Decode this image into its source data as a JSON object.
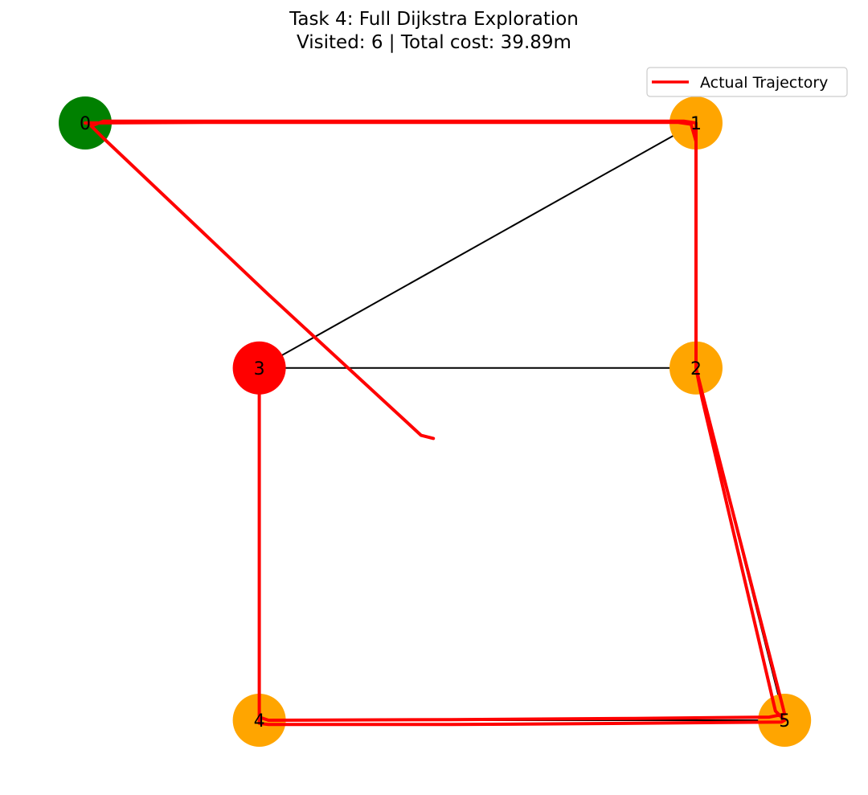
{
  "title": {
    "line1": "Task 4: Full Dijkstra Exploration",
    "line2": "Visited: 6 | Total cost: 39.89m"
  },
  "legend": {
    "label": "Actual Trajectory",
    "color": "#ff0000"
  },
  "colors": {
    "start": "#008000",
    "current": "#ff0000",
    "visited": "#ffa500",
    "edge": "#000000",
    "trajectory": "#ff0000"
  },
  "chart_data": {
    "type": "graph",
    "nodes": [
      {
        "id": "0",
        "x": 0,
        "y": 10,
        "status": "start"
      },
      {
        "id": "1",
        "x": 10,
        "y": 10,
        "status": "visited"
      },
      {
        "id": "2",
        "x": 10,
        "y": 6,
        "status": "visited"
      },
      {
        "id": "3",
        "x": 2.85,
        "y": 6,
        "status": "current"
      },
      {
        "id": "4",
        "x": 2.85,
        "y": 0.25,
        "status": "visited"
      },
      {
        "id": "5",
        "x": 11.45,
        "y": 0.25,
        "status": "visited"
      }
    ],
    "edges": [
      [
        "0",
        "1"
      ],
      [
        "1",
        "2"
      ],
      [
        "1",
        "3"
      ],
      [
        "2",
        "3"
      ],
      [
        "2",
        "5"
      ],
      [
        "3",
        "4"
      ],
      [
        "4",
        "5"
      ]
    ],
    "trajectory": [
      [
        0,
        10
      ],
      [
        2,
        10.01
      ],
      [
        5,
        10.01
      ],
      [
        8,
        10.01
      ],
      [
        9.7,
        10.01
      ],
      [
        9.92,
        9.98
      ],
      [
        10,
        9.7
      ],
      [
        10,
        8
      ],
      [
        10,
        6.5
      ],
      [
        10,
        6
      ],
      [
        10.1,
        5.5
      ],
      [
        11.3,
        0.4
      ],
      [
        11.45,
        0.25
      ],
      [
        11.4,
        0.22
      ],
      [
        9,
        0.2
      ],
      [
        6,
        0.18
      ],
      [
        3,
        0.18
      ],
      [
        2.85,
        0.2
      ],
      [
        2.85,
        0.5
      ],
      [
        2.85,
        3
      ],
      [
        2.85,
        6
      ],
      [
        2.85,
        2
      ],
      [
        2.85,
        0.3
      ],
      [
        3.0,
        0.25
      ],
      [
        6,
        0.26
      ],
      [
        9,
        0.28
      ],
      [
        11.2,
        0.3
      ],
      [
        11.45,
        0.35
      ],
      [
        11.4,
        0.55
      ],
      [
        10.1,
        5.6
      ],
      [
        10,
        6
      ],
      [
        10,
        9
      ],
      [
        10,
        10
      ],
      [
        9.8,
        10.03
      ],
      [
        5,
        10.03
      ],
      [
        0.3,
        10.03
      ],
      [
        0.1,
        9.95
      ],
      [
        0.3,
        9.75
      ],
      [
        3,
        7.2
      ],
      [
        5.5,
        4.9
      ],
      [
        5.7,
        4.85
      ]
    ]
  }
}
